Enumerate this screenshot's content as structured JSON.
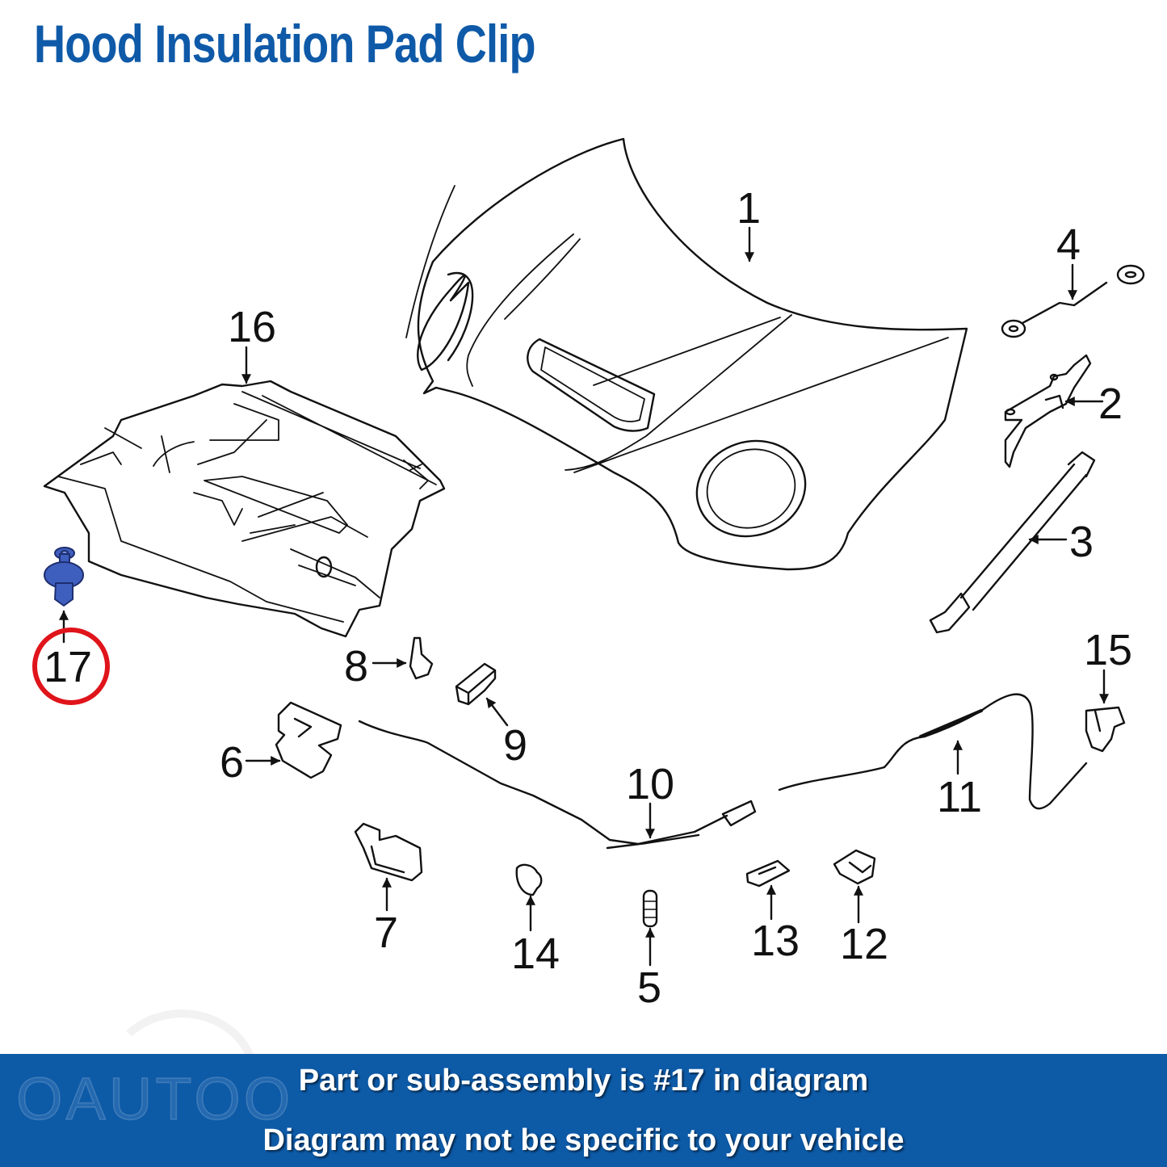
{
  "header": {
    "title": "Hood Insulation Pad Clip",
    "title_color": "#0f5aa8"
  },
  "diagram": {
    "highlighted_part": "17",
    "highlight_color": "#e0141b",
    "highlight_part_fill": "#3f5fbf",
    "callouts": [
      {
        "id": "1",
        "label": "1",
        "part": "hood-panel"
      },
      {
        "id": "2",
        "label": "2",
        "part": "hood-hinge"
      },
      {
        "id": "3",
        "label": "3",
        "part": "hood-lift-support-strut"
      },
      {
        "id": "4",
        "label": "4",
        "part": "ground-strap"
      },
      {
        "id": "5",
        "label": "5",
        "part": "hood-bumper"
      },
      {
        "id": "6",
        "label": "6",
        "part": "hood-latch"
      },
      {
        "id": "7",
        "label": "7",
        "part": "cable-clip"
      },
      {
        "id": "8",
        "label": "8",
        "part": "bracket"
      },
      {
        "id": "9",
        "label": "9",
        "part": "release-handle"
      },
      {
        "id": "10",
        "label": "10",
        "part": "release-cable-front"
      },
      {
        "id": "11",
        "label": "11",
        "part": "release-cable-rear"
      },
      {
        "id": "12",
        "label": "12",
        "part": "retainer-clip"
      },
      {
        "id": "13",
        "label": "13",
        "part": "retainer-clip"
      },
      {
        "id": "14",
        "label": "14",
        "part": "cable-clip"
      },
      {
        "id": "15",
        "label": "15",
        "part": "release-handle-bracket"
      },
      {
        "id": "16",
        "label": "16",
        "part": "hood-insulation-pad"
      },
      {
        "id": "17",
        "label": "17",
        "part": "hood-insulation-pad-clip"
      }
    ]
  },
  "banner": {
    "line1": "Part or sub-assembly is #17 in diagram",
    "line2": "Diagram may not be specific to your vehicle",
    "background": "#0d5aa7",
    "watermark": "OAUTOO"
  }
}
